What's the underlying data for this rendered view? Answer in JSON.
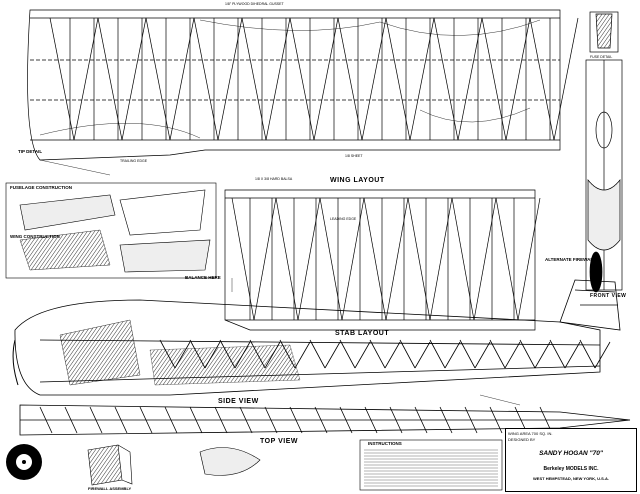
{
  "labels": {
    "wing_layout": "WING LAYOUT",
    "stab_layout": "STAB LAYOUT",
    "side_view": "SIDE VIEW",
    "top_view": "TOP VIEW",
    "front_view": "FRONT VIEW",
    "fuselage_construction": "FUSELAGE CONSTRUCTION",
    "wing_construction": "WING CONSTRUCTION",
    "alternate_firewall": "ALTERNATE FIREWALL",
    "balance_here": "BALANCE HERE",
    "tip_detail": "TIP DETAIL",
    "firewall_assembly": "FIREWALL ASSEMBLY",
    "instructions": "INSTRUCTIONS",
    "plywood_dihedral": "1/8\" PLYWOOD DIHEDRAL GUSSET",
    "spar_note": "1/8 SHEET",
    "hard_balsa": "1/8 X 3/8 HARD BALSA",
    "trailing_edge": "TRAILING EDGE",
    "leading_edge": "LEADING EDGE",
    "fuse_detail": "FUSE DETAIL"
  },
  "title_block": {
    "title": "SANDY HOGAN \"70\"",
    "line1": "WING AREA 700 SQ. IN.",
    "line2": "DESIGNED BY",
    "company": "Berkeley MODELS INC.",
    "address": "WEST HEMPSTEAD, NEW YORK, U.S.A."
  },
  "colors": {
    "ink": "#000000",
    "paper": "#ffffff",
    "hatch": "#555555"
  }
}
